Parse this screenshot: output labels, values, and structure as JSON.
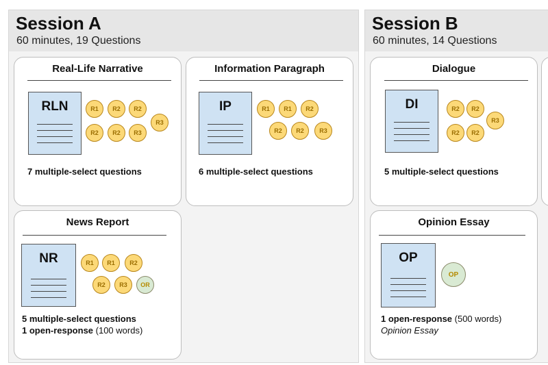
{
  "sessions": [
    {
      "title": "Session A",
      "subtitle": "60 minutes, 19 Questions",
      "cards": [
        {
          "title": "Real-Life Narrative",
          "doc_label": "RLN",
          "badges": [
            "R1",
            "R2",
            "R2",
            "R3",
            "R2",
            "R2",
            "R3"
          ],
          "lines": [
            {
              "bold": "7 multiple-select questions"
            }
          ]
        },
        {
          "title": "Information Paragraph",
          "doc_label": "IP",
          "badges": [
            "R1",
            "R1",
            "R2",
            "R2",
            "R2",
            "R3"
          ],
          "lines": [
            {
              "bold": "6 multiple-select questions"
            }
          ]
        },
        {
          "title": "News Report",
          "doc_label": "NR",
          "badges": [
            "R1",
            "R1",
            "R2",
            "R2",
            "R3",
            "OR"
          ],
          "lines": [
            {
              "bold": "5 multiple-select questions"
            },
            {
              "bold": "1 open-response",
              "normal": " (100 words)"
            }
          ]
        }
      ]
    },
    {
      "title": "Session B",
      "subtitle": "60 minutes, 14 Questions",
      "cards": [
        {
          "title": "Dialogue",
          "doc_label": "DI",
          "badges": [
            "R2",
            "R2",
            "R3",
            "R2",
            "R2"
          ],
          "lines": [
            {
              "bold": "5 multiple-select questions"
            }
          ]
        },
        {
          "title": "Opinion Essay",
          "doc_label": "OP",
          "badges": [
            "OP"
          ],
          "lines": [
            {
              "bold": "1 open-response",
              "normal": " (500 words)"
            },
            {
              "italic": "Opinion Essay"
            }
          ]
        }
      ]
    }
  ],
  "colors": {
    "badge_fill": "#fcd978",
    "open_badge_fill": "#d9ead3",
    "document_fill": "#cfe2f3",
    "session_header": "#e6e6e6"
  }
}
